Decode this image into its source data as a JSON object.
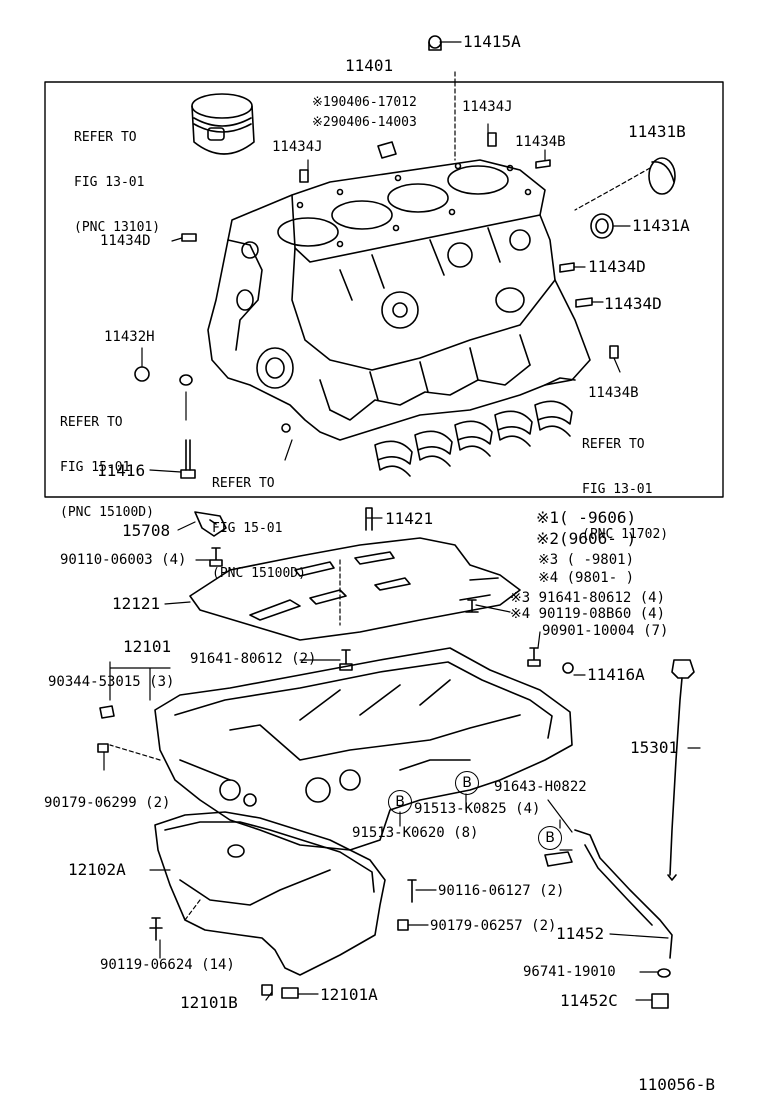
{
  "diagram_id": "110056-B",
  "references": {
    "piston": [
      "REFER TO",
      "FIG 13-01",
      "(PNC 13101)"
    ],
    "left_fig15": [
      "REFER TO",
      "FIG 15-01",
      "(PNC 15100D)"
    ],
    "mid_fig15": [
      "REFER TO",
      "FIG 15-01",
      "(PNC 15100D)"
    ],
    "bearings": [
      "REFER TO",
      "FIG 13-01",
      "(PNC 11702)"
    ]
  },
  "parts": {
    "p11415A": "11415A",
    "p11401": "11401",
    "p190406": "※190406-17012",
    "p290406": "※290406-14003",
    "p11434J_a": "11434J",
    "p11434J_b": "11434J",
    "p11434B_a": "11434B",
    "p11431B": "11431B",
    "p11431A": "11431A",
    "p11434D_a": "11434D",
    "p11434D_b": "11434D",
    "p11434D_c": "11434D",
    "p11432H": "11432H",
    "p11434B_b": "11434B",
    "p11416": "11416",
    "p11421": "11421",
    "p15708": "15708",
    "p90110": "90110-06003 (4)",
    "p12121": "12121",
    "p12101": "12101",
    "p90344": "90344-53015 (3)",
    "p91641_2": "91641-80612 (2)",
    "p91641_4": "※3  91641-80612 (4)",
    "p90119_08": "※4  90119-08B60 (4)",
    "p90901": "90901-10004 (7)",
    "p11416A": "11416A",
    "p15301": "15301",
    "p90179_2": "90179-06299 (2)",
    "p91643": "91643-H0822",
    "p91513_4": "91513-K0825 (4)",
    "p91513_8": "91513-K0620 (8)",
    "p12102A": "12102A",
    "p90116": "90116-06127 (2)",
    "p90179_06257": "90179-06257 (2)",
    "p11452": "11452",
    "p90119_06624": "90119-06624 (14)",
    "p96741": "96741-19010",
    "p12101B": "12101B",
    "p12101A": "12101A",
    "p11452C": "11452C"
  },
  "notes": {
    "n1": "※1(      -9606)",
    "n2": "※2(9606-      )",
    "n3": "※3 (      -9801)",
    "n4": "※4 (9801-      )"
  },
  "markers": {
    "b1": "B",
    "b2": "B",
    "b3": "B"
  }
}
